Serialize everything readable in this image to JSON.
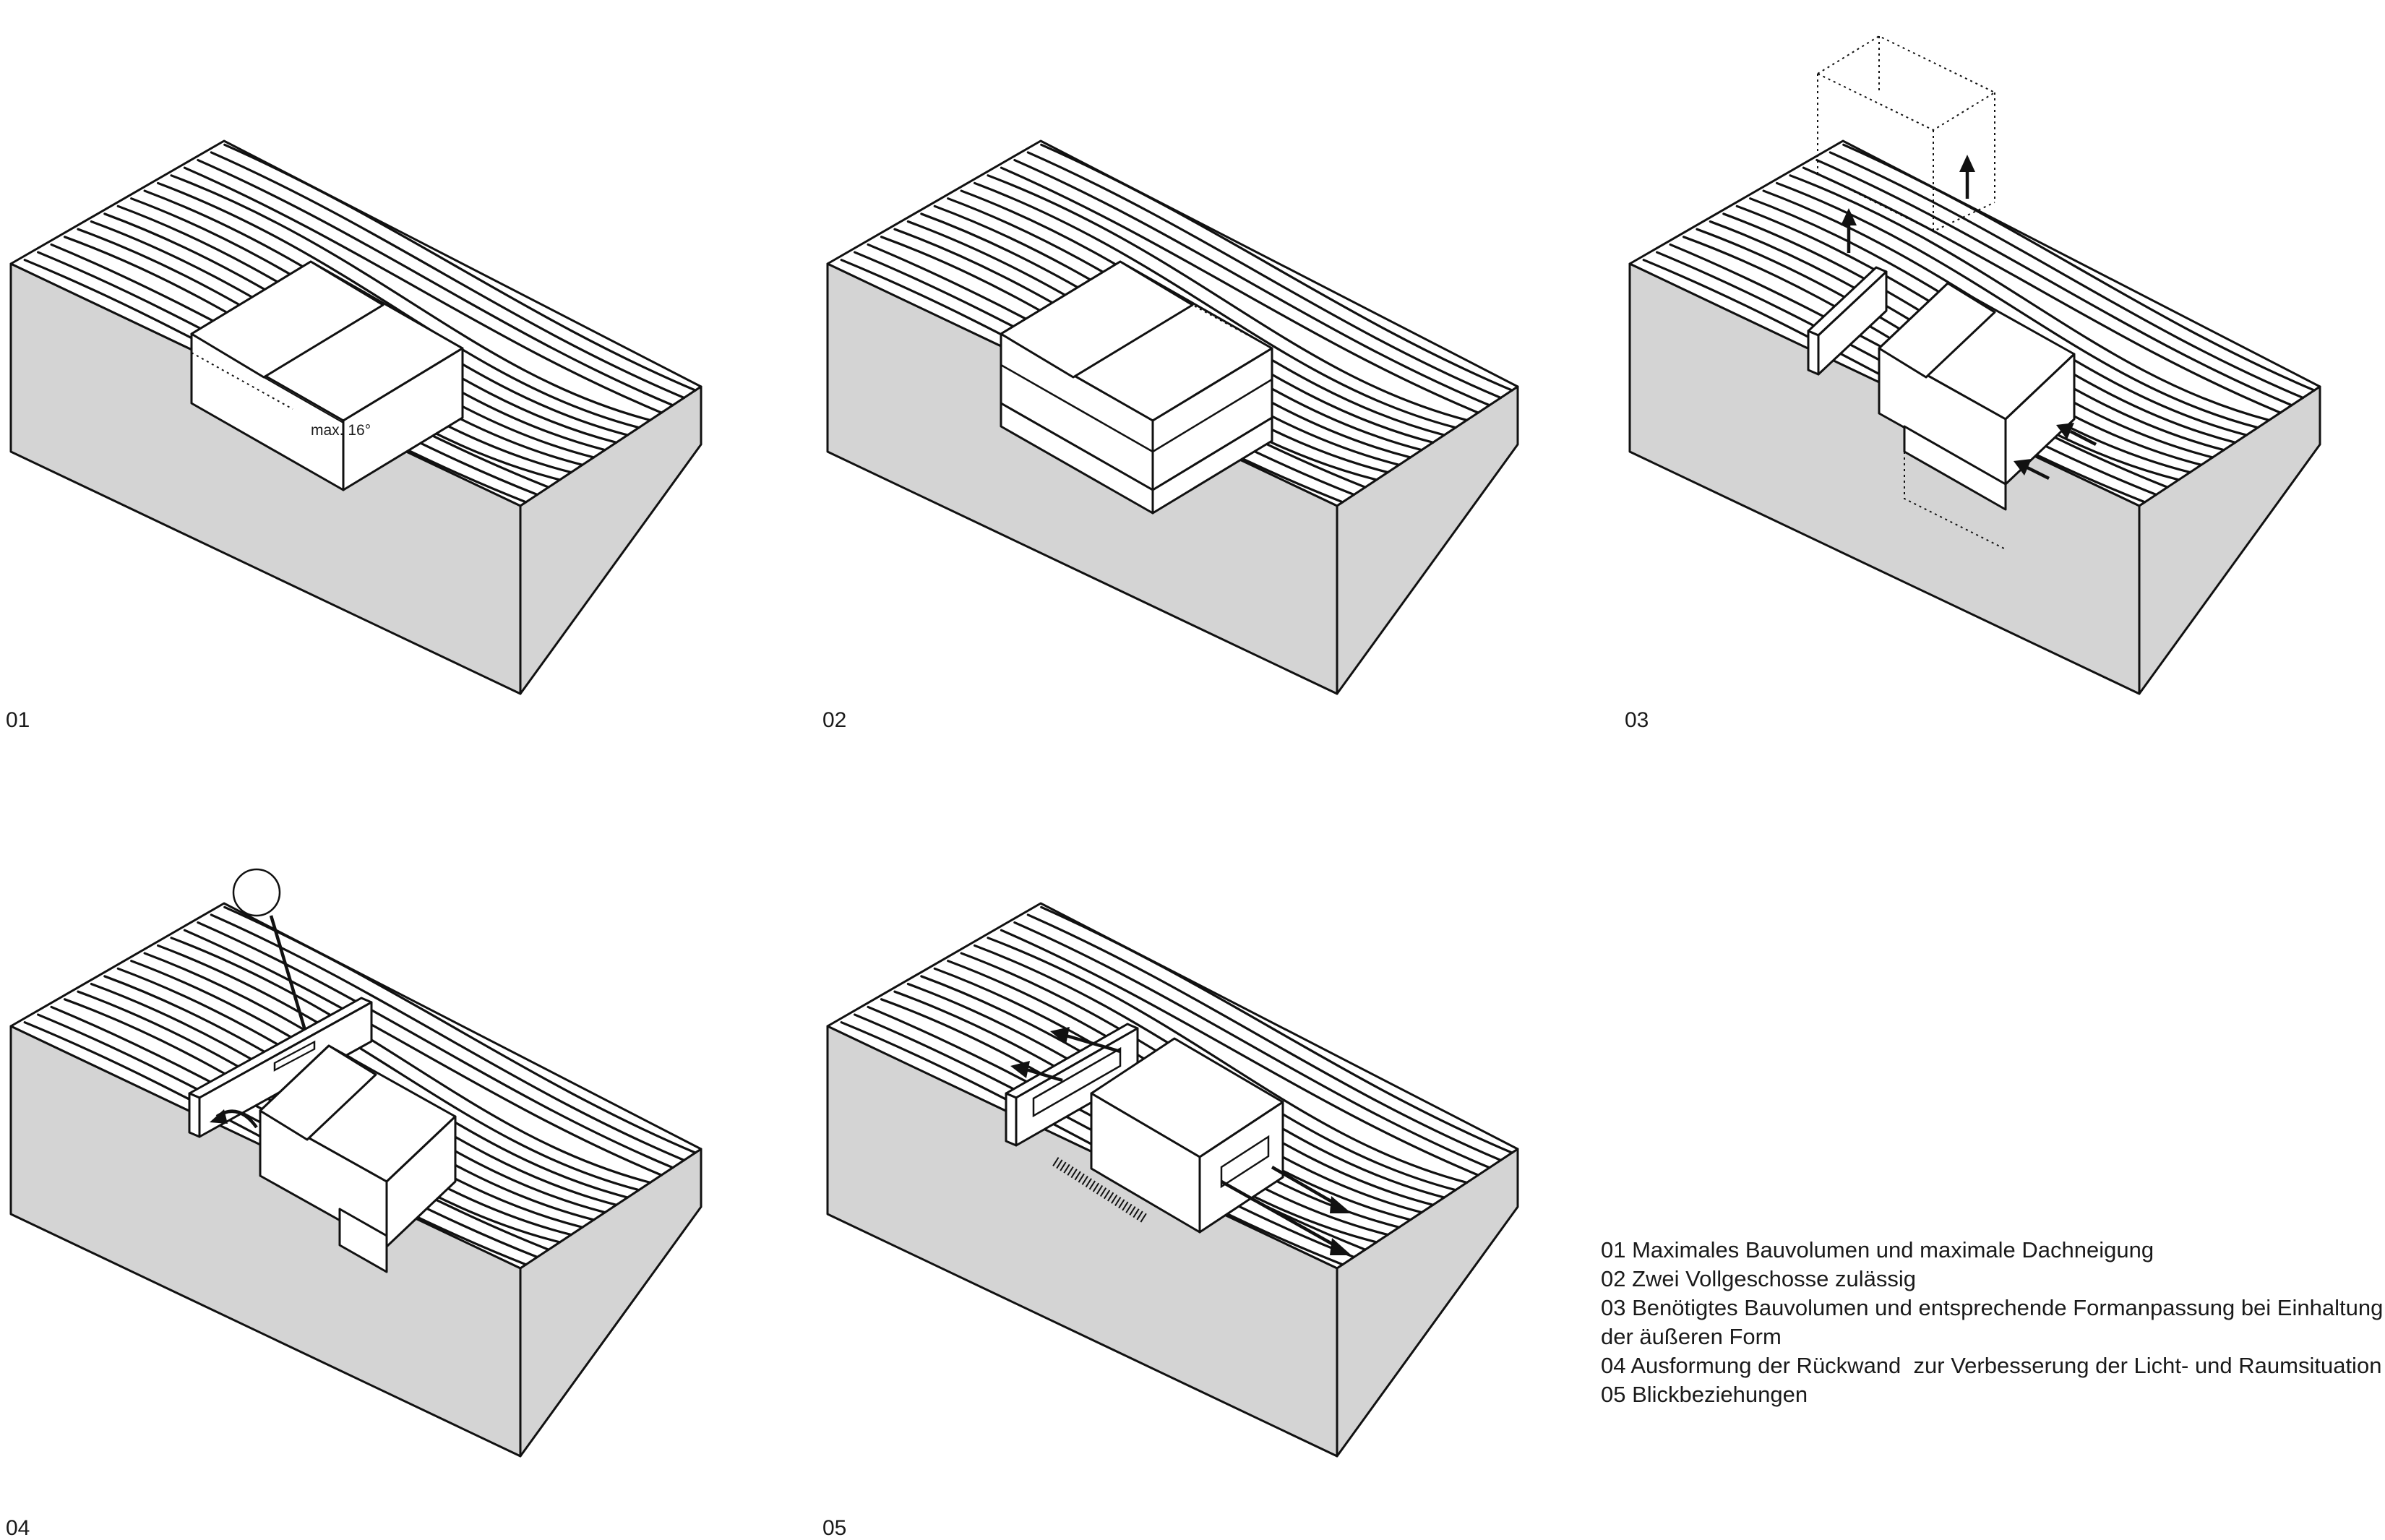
{
  "colors": {
    "terrain_side": "#d4d4d4",
    "line": "#111111",
    "paper": "#ffffff"
  },
  "panels": [
    {
      "id": "01",
      "label": "01",
      "annotation": "max. 16°"
    },
    {
      "id": "02",
      "label": "02"
    },
    {
      "id": "03",
      "label": "03"
    },
    {
      "id": "04",
      "label": "04"
    },
    {
      "id": "05",
      "label": "05"
    }
  ],
  "legend": [
    "01 Maximales Bauvolumen und maximale Dachneigung",
    "02 Zwei Vollgeschosse zulässig",
    "03 Benötigtes Bauvolumen und entsprechende Formanpassung bei Einhaltung",
    "der äußeren Form",
    "04 Ausformung der Rückwand  zur Verbesserung der Licht- und Raumsituation",
    "05 Blickbeziehungen"
  ],
  "icons": {
    "sun": "sun-circle-icon",
    "arrow": "arrow-icon"
  }
}
